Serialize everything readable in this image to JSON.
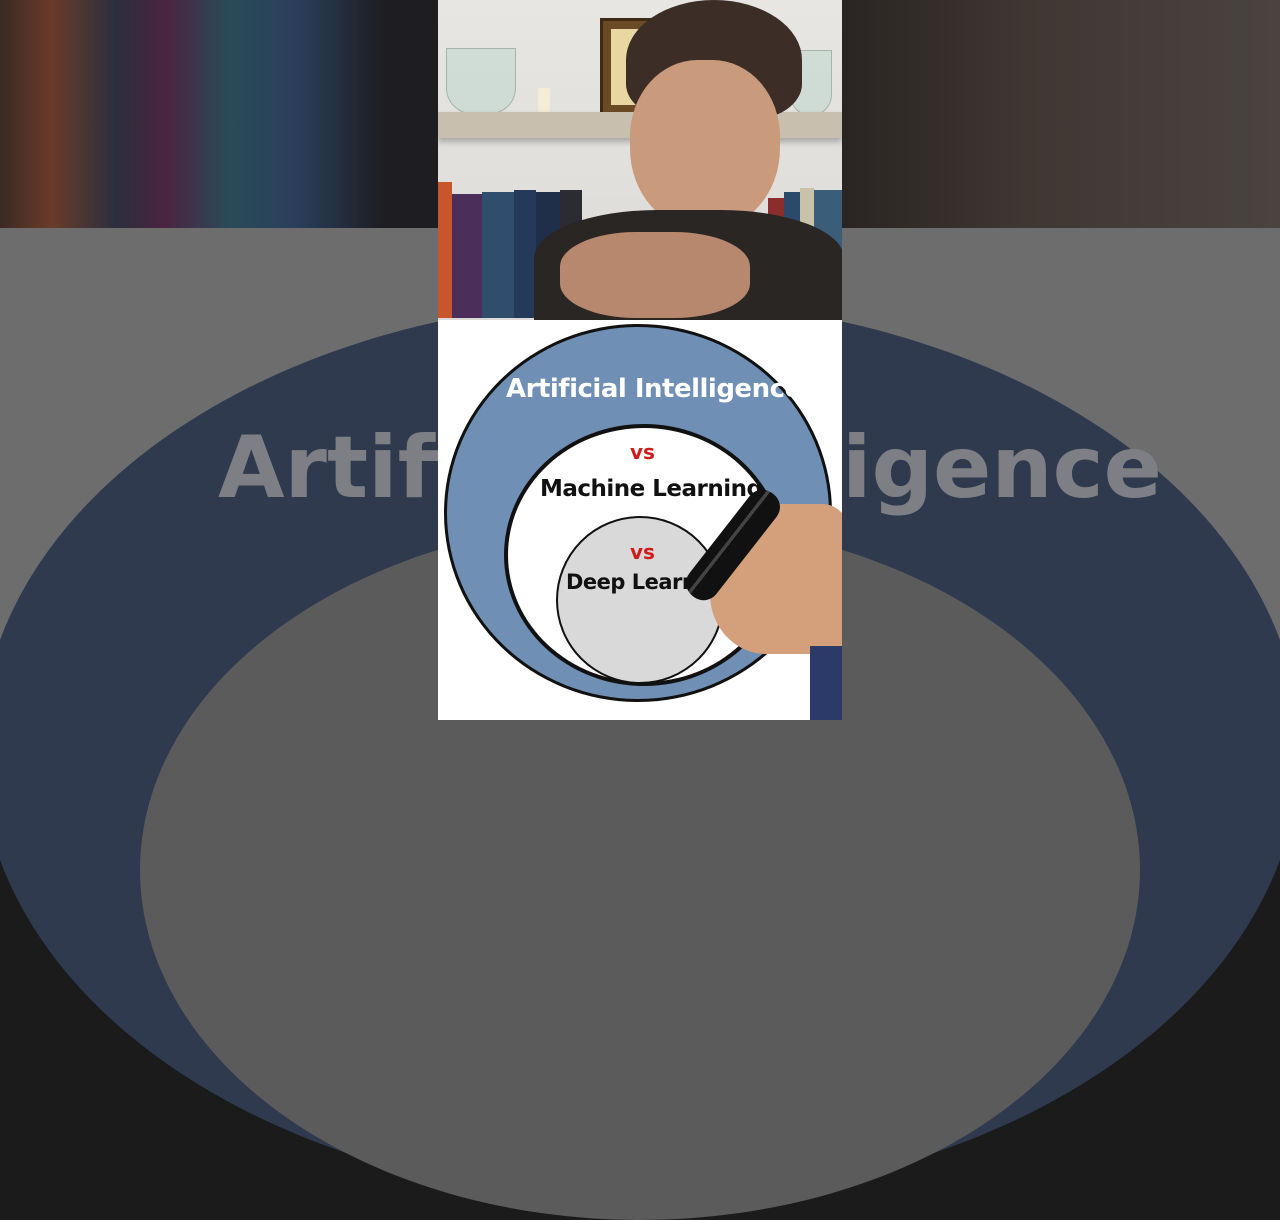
{
  "background": {
    "blur_text_left": "Artific",
    "blur_text_right": "igence"
  },
  "diagram": {
    "outer_label": "Artificial Intelligence",
    "vs_1": "vs",
    "middle_label": "Machine Learning",
    "vs_2": "vs",
    "inner_label": "Deep Learni",
    "colors": {
      "outer_fill": "#6f8fb4",
      "middle_fill": "#ffffff",
      "inner_fill": "#d9d9d9",
      "vs_color": "#d11a1a"
    }
  }
}
